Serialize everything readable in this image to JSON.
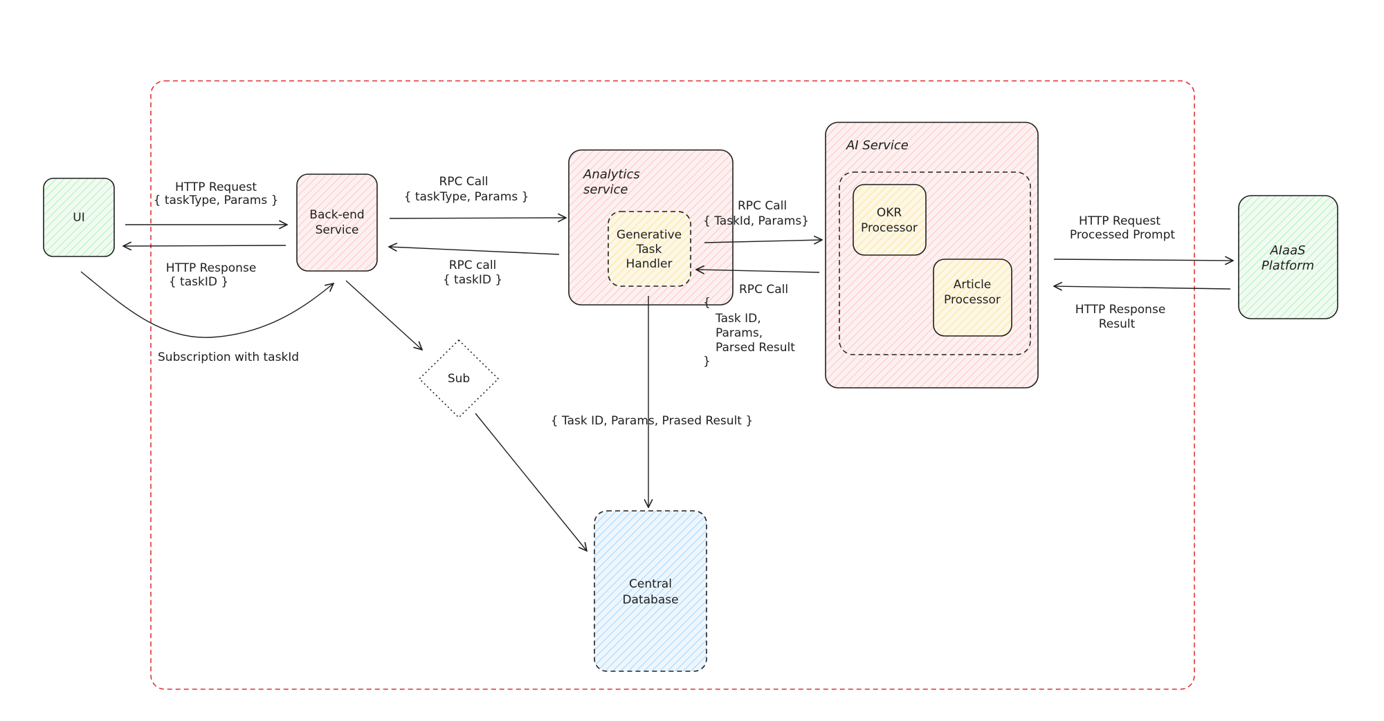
{
  "colors": {
    "boundary": "#e03131",
    "stroke": "#1e1e1e",
    "green": "#b2f2bb",
    "pink": "#ffc9c9",
    "orange": "#ffec99",
    "blue": "#a5d8ff"
  },
  "nodes": {
    "ui": "UI",
    "backend": [
      "Back-end",
      "Service"
    ],
    "analytics_title": [
      "Analytics",
      "service"
    ],
    "task_handler": [
      "Generative",
      "Task",
      "Handler"
    ],
    "ai_service_title": "AI Service",
    "okr_processor": [
      "OKR",
      "Processor"
    ],
    "article_processor": [
      "Article",
      "Processor"
    ],
    "aiaas": [
      "AIaaS",
      "Platform"
    ],
    "sub": "Sub",
    "central_db": [
      "Central",
      "Database"
    ]
  },
  "edges": {
    "http_request": [
      "HTTP Request",
      "{ taskType, Params }"
    ],
    "http_response": [
      "HTTP Response",
      "{ taskID }"
    ],
    "subscription": "Subscription with taskId",
    "rpc_call_1": [
      "RPC Call",
      "{ taskType, Params }"
    ],
    "rpc_call_1_back": [
      "RPC call",
      "{ taskID }"
    ],
    "rpc_call_2": [
      "RPC Call",
      "{ TaskId, Params}"
    ],
    "rpc_call_2_back": "RPC Call",
    "rpc_call_2_back_payload": [
      "{",
      "Task ID,",
      "Params,",
      "Parsed Result",
      "}"
    ],
    "db_write": "{ Task ID, Params, Prased Result }",
    "http_request_2": [
      "HTTP Request",
      "Processed Prompt"
    ],
    "http_response_2": [
      "HTTP Response",
      "Result"
    ]
  }
}
